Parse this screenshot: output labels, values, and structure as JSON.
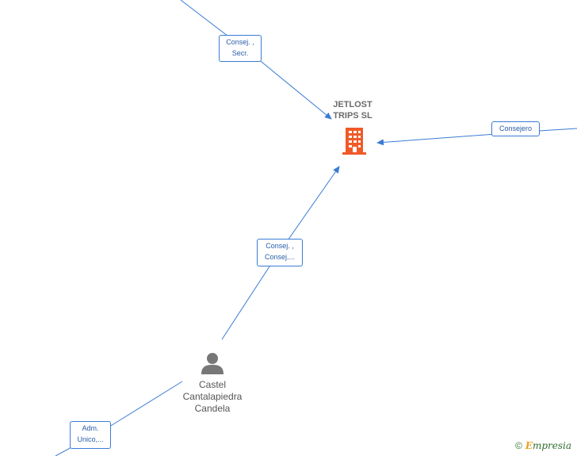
{
  "company": {
    "name_line1": "JETLOST",
    "name_line2": "TRIPS  SL",
    "color": "#f05a28"
  },
  "person": {
    "name_line1": "Castel",
    "name_line2": "Cantalapiedra",
    "name_line3": "Candela"
  },
  "edges": [
    {
      "id": "top",
      "label_line1": "Consej. ,",
      "label_line2": "Secr."
    },
    {
      "id": "right",
      "label_line1": "Consejero",
      "label_line2": ""
    },
    {
      "id": "person",
      "label_line1": "Consej. ,",
      "label_line2": "Consej...."
    },
    {
      "id": "bottom",
      "label_line1": "Adm.",
      "label_line2": "Unico,..."
    }
  ],
  "colors": {
    "edge": "#3a7bd5",
    "person_icon": "#777777"
  },
  "watermark": {
    "copyright": "©",
    "brand_initial": "E",
    "brand_rest": "mpresia"
  }
}
